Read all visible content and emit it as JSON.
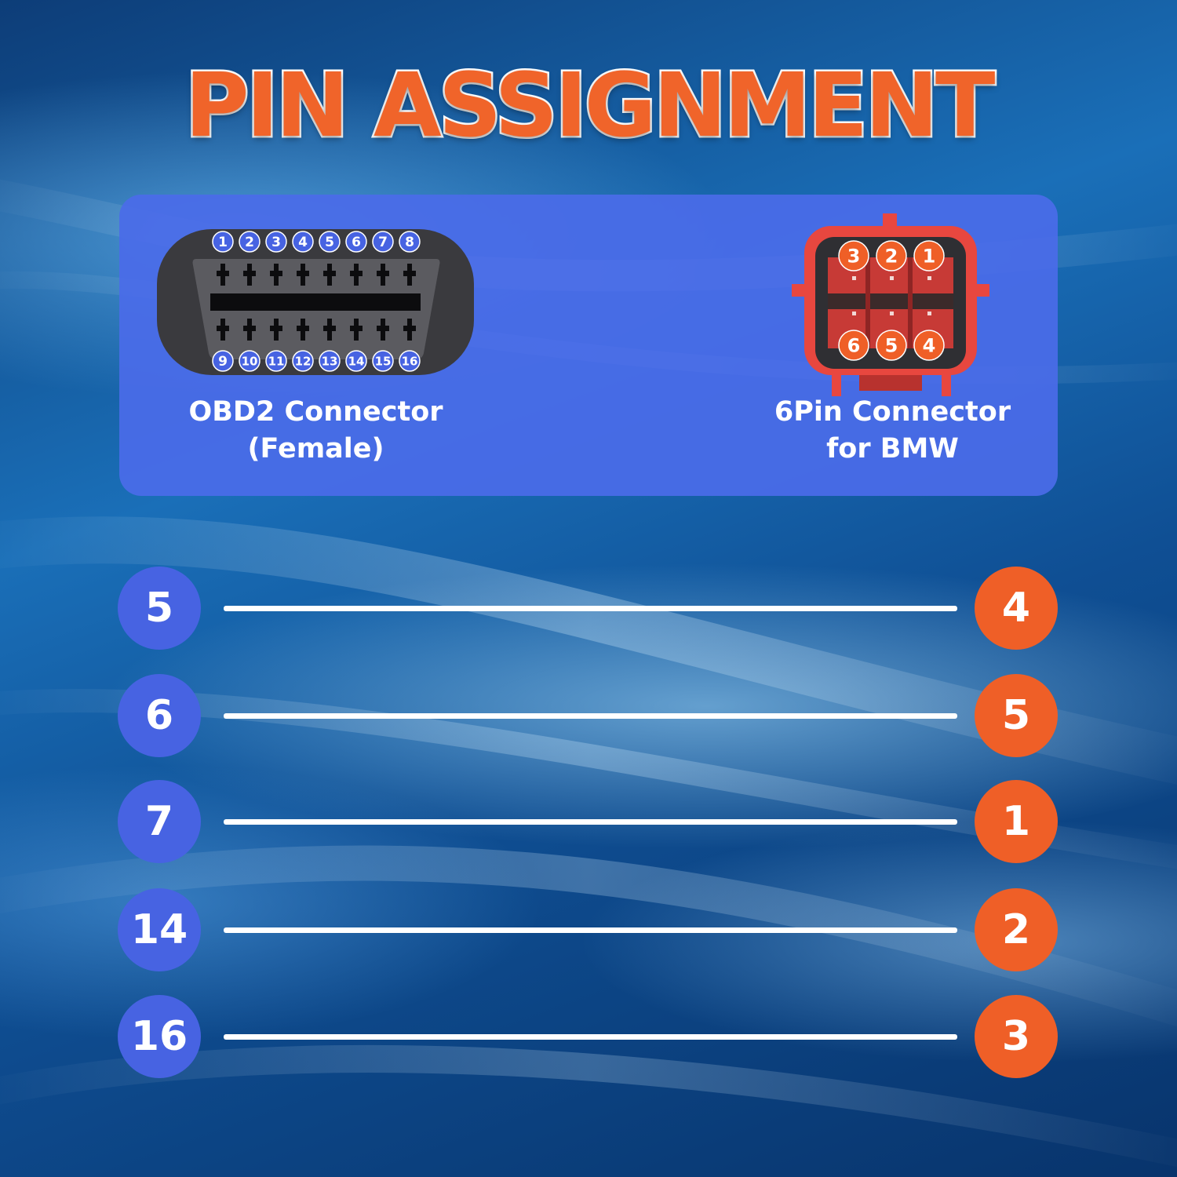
{
  "title": "PIN ASSIGNMENT",
  "obd2": {
    "label_line1": "OBD2 Connector",
    "label_line2": "(Female)",
    "top_pins": [
      "1",
      "2",
      "3",
      "4",
      "5",
      "6",
      "7",
      "8"
    ],
    "bottom_pins": [
      "9",
      "10",
      "11",
      "12",
      "13",
      "14",
      "15",
      "16"
    ]
  },
  "bmw": {
    "label_line1": "6Pin Connector",
    "label_line2": "for BMW",
    "top_pins": [
      "3",
      "2",
      "1"
    ],
    "bottom_pins": [
      "6",
      "5",
      "4"
    ]
  },
  "mapping": [
    {
      "obd2_pin": "5",
      "bmw_pin": "4"
    },
    {
      "obd2_pin": "6",
      "bmw_pin": "5"
    },
    {
      "obd2_pin": "7",
      "bmw_pin": "1"
    },
    {
      "obd2_pin": "14",
      "bmw_pin": "2"
    },
    {
      "obd2_pin": "16",
      "bmw_pin": "3"
    }
  ],
  "colors": {
    "title_orange": "#f0642a",
    "obd2_blue": "#4763e2",
    "bmw_orange": "#ef5f27",
    "bmw_red": "#e8473f",
    "panel_blue": "#4a6ce8"
  }
}
